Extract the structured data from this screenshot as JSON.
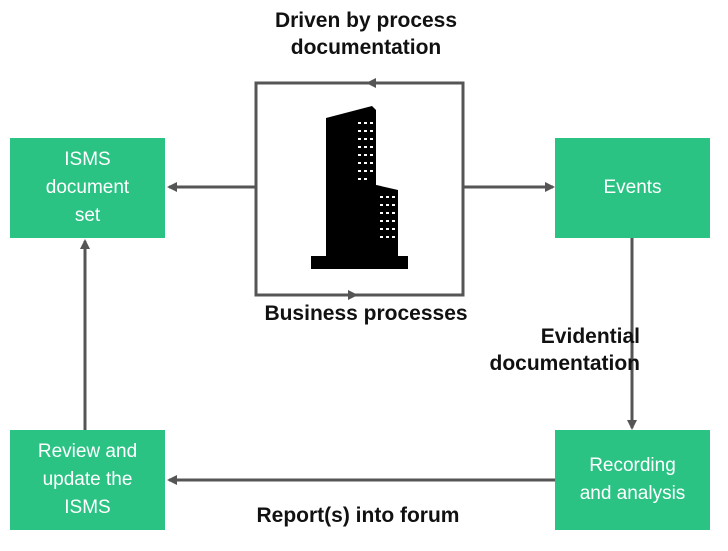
{
  "nodes": {
    "isms_document_set": "ISMS\ndocument\nset",
    "events": "Events",
    "review_update": "Review and\nupdate the\nISMS",
    "recording_analysis": "Recording\nand analysis"
  },
  "labels": {
    "top": "Driven by process\ndocumentation",
    "center": "Business processes",
    "right": "Evidential\ndocumentation",
    "bottom": "Report(s) into forum"
  },
  "icons": {
    "center": "office-building-icon"
  },
  "colors": {
    "node_fill": "#2bc384",
    "node_text": "#ffffff",
    "arrow": "#555555",
    "building": "#000000"
  }
}
